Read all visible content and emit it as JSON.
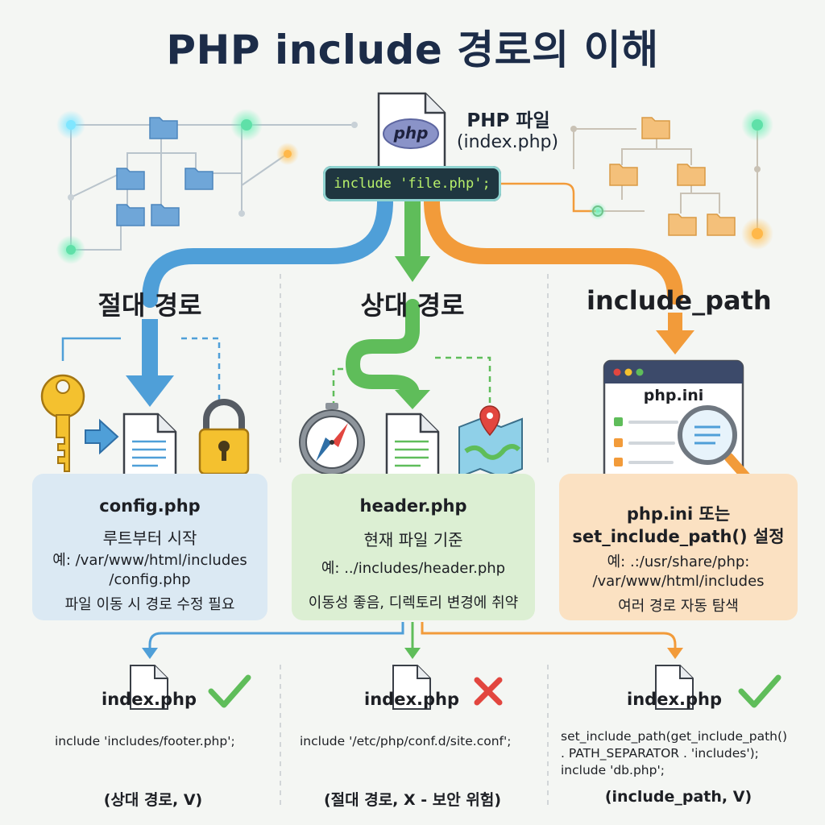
{
  "title": "PHP include 경로의 이해",
  "source": {
    "badge": "php",
    "label": "PHP 파일",
    "sub": "(index.php)",
    "code": "include 'file.php';"
  },
  "sections": [
    {
      "title": "절대 경로",
      "color": "#4f9fd8",
      "panel_color": "#dbe9f3",
      "file": "config.php",
      "desc": "루트부터 시작",
      "example_lines": [
        "예: /var/www/html/includes",
        "/config.php"
      ],
      "note": "파일 이동 시 경로 수정 필요"
    },
    {
      "title": "상대 경로",
      "color": "#5fbd5a",
      "panel_color": "#dcefd3",
      "file": "header.php",
      "desc": "현재 파일 기준",
      "example_lines": [
        "예: ../includes/header.php"
      ],
      "note": "이동성 좋음, 디렉토리 변경에 취약"
    },
    {
      "title": "include_path",
      "color": "#f29b3a",
      "panel_color": "#fbe1c2",
      "window_title": "php.ini",
      "file_lines": [
        "php.ini 또는",
        "set_include_path() 설정"
      ],
      "example_lines": [
        "예: .:/usr/share/php:",
        "/var/www/html/includes"
      ],
      "note": "여러 경로 자동 탐색"
    }
  ],
  "examples": [
    {
      "file": "index.php",
      "result": "check",
      "code_lines": [
        "include 'includes/footer.php';"
      ],
      "caption": "(상대 경로, V)"
    },
    {
      "file": "index.php",
      "result": "cross",
      "code_lines": [
        "include '/etc/php/conf.d/site.conf';"
      ],
      "caption": "(절대 경로, X - 보안 위험)"
    },
    {
      "file": "index.php",
      "result": "check",
      "code_lines": [
        "set_include_path(get_include_path()",
        ". PATH_SEPARATOR . 'includes');",
        "include 'db.php';"
      ],
      "caption": "(include_path, V)"
    }
  ],
  "colors": {
    "blue": "#4f9fd8",
    "green": "#5fbd5a",
    "orange": "#f29b3a",
    "red": "#e2463f",
    "navy": "#1c2c48"
  }
}
